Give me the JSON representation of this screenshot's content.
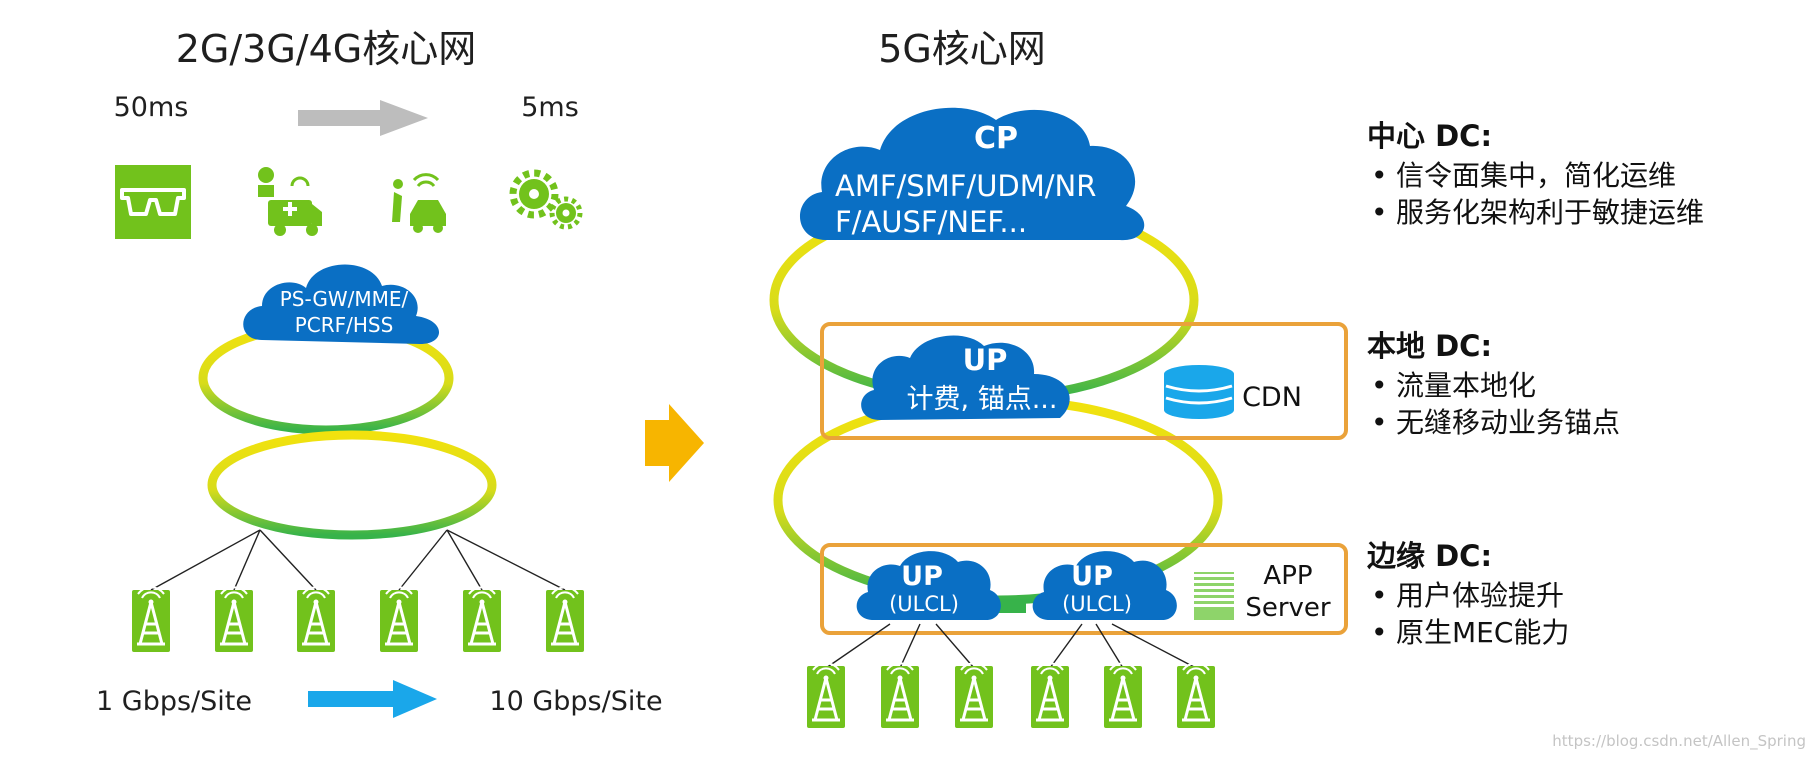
{
  "left": {
    "title": "2G/3G/4G核心网",
    "latency_from": "50ms",
    "latency_to": "5ms",
    "core_cloud": {
      "line1": "PS-GW/MME/",
      "line2": "PCRF/HSS"
    },
    "bandwidth_from": "1 Gbps/Site",
    "bandwidth_to": "10 Gbps/Site",
    "icons": [
      "vr-glasses-icon",
      "ambulance-icon",
      "connected-car-icon",
      "gears-icon"
    ]
  },
  "right": {
    "title": "5G核心网",
    "cp_cloud": {
      "label": "CP",
      "line1": "AMF/SMF/UDM/NR",
      "line2": "F/AUSF/NEF..."
    },
    "local_up_cloud": {
      "label": "UP",
      "sub": "计费, 锚点..."
    },
    "cdn_label": "CDN",
    "edge_up_clouds": [
      {
        "label": "UP",
        "sub": "(ULCL)"
      },
      {
        "label": "UP",
        "sub": "(ULCL)"
      }
    ],
    "app_server": {
      "line1": "APP",
      "line2": "Server"
    }
  },
  "sidebar": {
    "center": {
      "title": "中心 DC:",
      "items": [
        "信令面集中，简化运维",
        "服务化架构利于敏捷运维"
      ]
    },
    "local": {
      "title": "本地 DC:",
      "items": [
        "流量本地化",
        "无缝移动业务锚点"
      ]
    },
    "edge": {
      "title": "边缘 DC:",
      "items": [
        "用户体验提升",
        "原生MEC能力"
      ]
    }
  },
  "bullet": "•",
  "watermark": "https://blog.csdn.net/Allen_Spring",
  "colors": {
    "cloud": "#0a6fc4",
    "ring_yellow": "#f2e20e",
    "ring_green": "#37b34a",
    "tower_green": "#72c21c",
    "arrow_gray": "#bdbdbd",
    "arrow_blue": "#1aa7ea",
    "arrow_orange": "#f7b500",
    "dc_box": "#eaa23a"
  }
}
